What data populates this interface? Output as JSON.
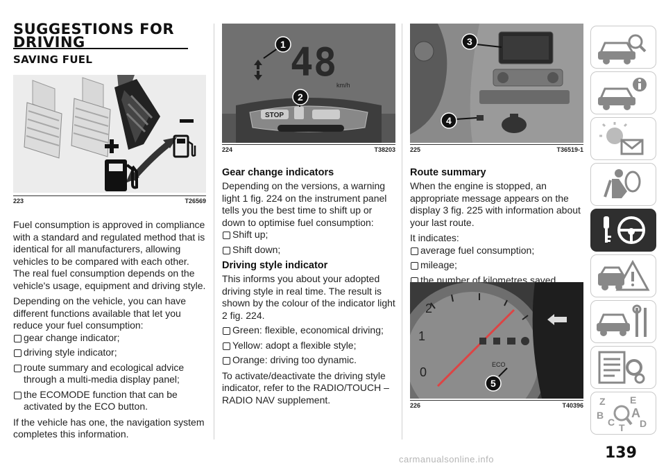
{
  "page": {
    "title": "SUGGESTIONS FOR DRIVING",
    "number": "139",
    "watermark": "carmanualsonline.info"
  },
  "col1": {
    "section": "SAVING FUEL",
    "fig_num": "223",
    "fig_code": "T26569",
    "para1": "Fuel consumption is approved in compliance with a standard and regulated method that is identical for all manufacturers, allowing vehicles to be compared with each other. The real fuel consumption depends on the vehicle's usage, equipment and driving style.",
    "para2": "Depending on the vehicle, you can have different functions available that let you reduce your fuel consumption:",
    "bullets": [
      "gear change indicator;",
      "driving style indicator;",
      "route summary and ecological advice through a multi-media display panel;",
      "the ECOMODE function that can be activated by the ECO button."
    ],
    "para3": "If the vehicle has one, the navigation system completes this information."
  },
  "col2": {
    "fig_num": "224",
    "fig_code": "T38203",
    "speed": "48",
    "speed_unit": "km/h",
    "stop_label": "STOP",
    "callout1": "1",
    "callout2": "2",
    "heading1": "Gear change indicators",
    "para1": "Depending on the versions, a warning light 1 fig. 224 on the instrument panel tells you the best time to shift up or down to optimise fuel consumption:",
    "bullets1": [
      "Shift up;",
      "Shift down;"
    ],
    "heading2": "Driving style indicator",
    "para2": "This informs you about your adopted driving style in real time. The result is shown by the colour of the indicator light 2 fig. 224.",
    "bullets2": [
      "Green: flexible, economical driving;",
      "Yellow: adopt a flexible style;",
      "Orange: driving too dynamic."
    ],
    "para3": "To activate/deactivate the driving style indicator, refer to the RADIO/TOUCH – RADIO NAV supplement."
  },
  "col3": {
    "fig_num": "225",
    "fig_code": "T36519-1",
    "callout3": "3",
    "callout4": "4",
    "heading": "Route summary",
    "para1": "When the engine is stopped, an appropriate message appears on the display 3 fig. 225 with information about your last route.",
    "para2": "It indicates:",
    "bullets": [
      "average fuel consumption;",
      "mileage;",
      "the number of kilometres saved."
    ],
    "fig2_num": "226",
    "fig2_code": "T40396",
    "callout5": "5",
    "eco_label": "ECO"
  },
  "sidebar": {
    "index_letters": [
      "Z",
      "E",
      "B",
      "A",
      "C",
      "D",
      "T"
    ],
    "tabs": [
      "car-search-icon",
      "car-info-icon",
      "warning-light-icon",
      "airbag-seat-icon",
      "key-steering-wheel-icon",
      "emergency-triangle-icon",
      "car-tools-icon",
      "technical-list-icon",
      "alphabetical-index-icon"
    ],
    "active": "key-steering-wheel-icon"
  }
}
